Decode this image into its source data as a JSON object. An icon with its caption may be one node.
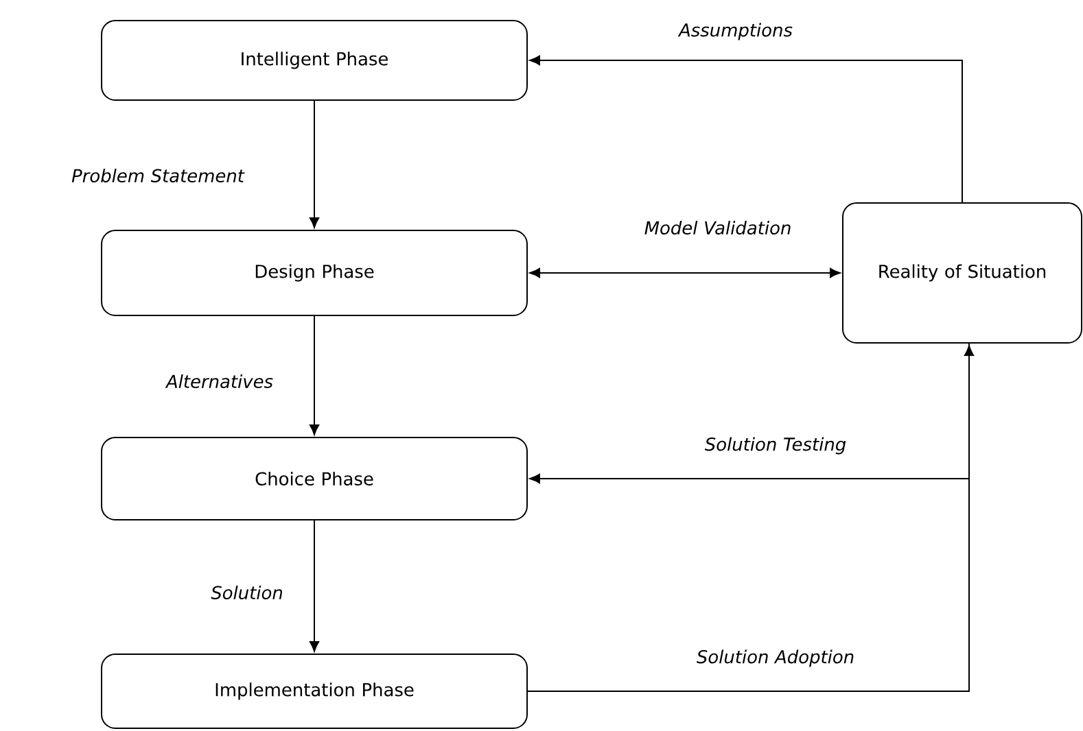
{
  "diagram": {
    "nodes": [
      {
        "text": [
          "Intelligent Phase"
        ]
      },
      {
        "text": [
          "Design Phase"
        ]
      },
      {
        "text": [
          "Choice Phase"
        ]
      },
      {
        "text": [
          "Implementation Phase"
        ]
      },
      {
        "text": [
          "Reality of Situation"
        ]
      }
    ],
    "edges": [
      {
        "from": 0,
        "to": 1,
        "arrow": "to",
        "label": "Problem Statement"
      },
      {
        "from": 1,
        "to": 2,
        "arrow": "to",
        "label": "Alternatives"
      },
      {
        "from": 2,
        "to": 3,
        "arrow": "to",
        "label": "Solution"
      },
      {
        "from": 1,
        "to": 4,
        "arrow": "both",
        "label": "Model Validation"
      },
      {
        "from": 4,
        "to": 0,
        "arrow": "to",
        "label": "Assumptions"
      },
      {
        "from": 4,
        "to": 2,
        "arrow": "to",
        "label": "Solution Testing"
      },
      {
        "from": 3,
        "to": 4,
        "arrow": "to",
        "label": "Solution Adoption"
      }
    ]
  }
}
